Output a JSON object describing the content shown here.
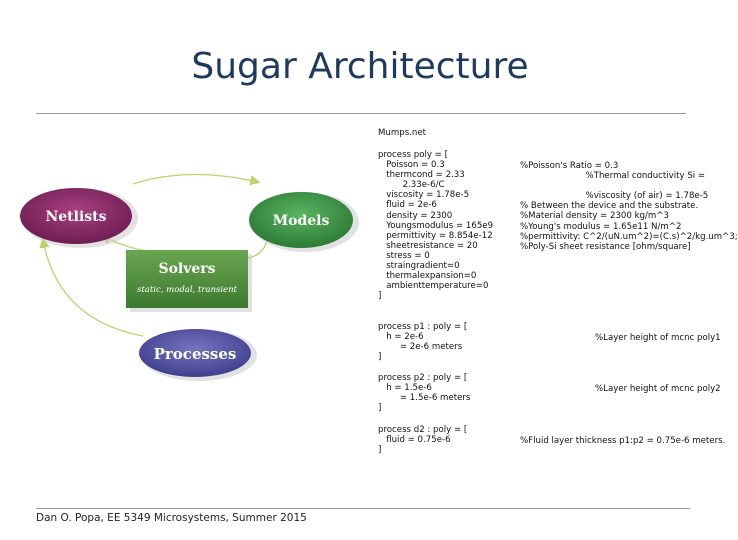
{
  "slide": {
    "title": "Sugar Architecture",
    "footer": "Dan O. Popa, EE 5349 Microsystems, Summer 2015"
  },
  "diagram": {
    "netlists": "Netlists",
    "models": "Models",
    "solvers": "Solvers",
    "solvers_sub": "static, modal, transient",
    "processes": "Processes",
    "colors": {
      "netlists": "#8b2a6a",
      "models": "#3e9a47",
      "solvers": "#4d8f3c",
      "processes": "#5a5aa8",
      "arrow": "#b9d46b"
    }
  },
  "code": {
    "file": "Mumps.net",
    "poly_block": [
      "process poly = [",
      "   Poisson = 0.3",
      "   thermcond = 2.33",
      "         2.33e-6/C",
      "   viscosity = 1.78e-5",
      "   fluid = 2e-6",
      "   density = 2300",
      "   Youngsmodulus = 165e9",
      "   permittivity = 8.854e-12",
      "   sheetresistance = 20",
      "   stress = 0",
      "   straingradient=0",
      "   thermalexpansion=0",
      "   ambienttemperature=0",
      "]"
    ],
    "poly_comments": [
      "%Poisson's Ratio = 0.3",
      "                        %Thermal conductivity Si =",
      "",
      "                        %viscosity (of air) = 1.78e-5",
      "% Between the device and the substrate.",
      "%Material density = 2300 kg/m^3",
      "%Young's modulus = 1.65e11 N/m^2",
      "%permittivity: C^2/(uN.um^2)=(C.s)^2/kg.um^3;",
      "%Poly-Si sheet resistance [ohm/square]"
    ],
    "p1_block": [
      "process p1 : poly = [",
      "   h = 2e-6",
      "        = 2e-6 meters",
      "]"
    ],
    "p1_comment": "%Layer height of mcnc poly1",
    "p2_block": [
      "process p2 : poly = [",
      "   h = 1.5e-6",
      "        = 1.5e-6 meters",
      "]"
    ],
    "p2_comment": "%Layer height of mcnc poly2",
    "d2_block": [
      "process d2 : poly = [",
      "   fluid = 0.75e-6",
      "]"
    ],
    "d2_comment": "%Fluid layer thickness p1:p2 = 0.75e-6 meters."
  }
}
